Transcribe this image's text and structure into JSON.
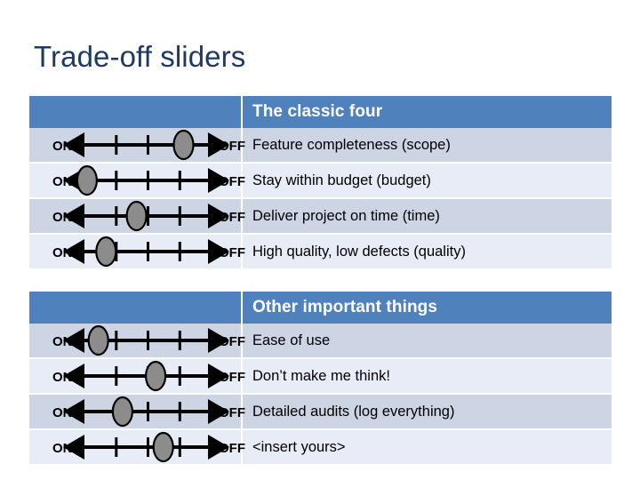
{
  "slide": {
    "title": "Trade-off sliders",
    "title_color": "#1f3864"
  },
  "theme": {
    "header_blue": "#4f81bd",
    "row_shade_dark": "#cdd4e4",
    "row_shade_light": "#e8ecf6",
    "handle_fill": "#8c8c8c",
    "handle_stroke": "#000000",
    "track_color": "#000000",
    "divider_color": "#ffffff"
  },
  "slider_labels": {
    "on": "ON",
    "off": "OFF"
  },
  "tables": [
    {
      "id": "classic-four",
      "header": {
        "slider_column": "",
        "title": "The classic four"
      },
      "rows": [
        {
          "label": "Feature completeness (scope)",
          "handle_percent": 78,
          "shade": "dark"
        },
        {
          "label": "Stay within budget (budget)",
          "handle_percent": 2,
          "shade": "light"
        },
        {
          "label": "Deliver project on time (time)",
          "handle_percent": 41,
          "shade": "dark"
        },
        {
          "label": "High quality, low defects (quality)",
          "handle_percent": 17,
          "shade": "light"
        }
      ]
    },
    {
      "id": "other-things",
      "header": {
        "slider_column": "",
        "title": "Other important things"
      },
      "rows": [
        {
          "label": "Ease of use",
          "handle_percent": 11,
          "shade": "dark"
        },
        {
          "label": "Don’t make me think!",
          "handle_percent": 56,
          "shade": "light"
        },
        {
          "label": "Detailed audits (log everything)",
          "handle_percent": 30,
          "shade": "dark"
        },
        {
          "label": "<insert yours>",
          "handle_percent": 62,
          "shade": "light"
        }
      ]
    }
  ]
}
